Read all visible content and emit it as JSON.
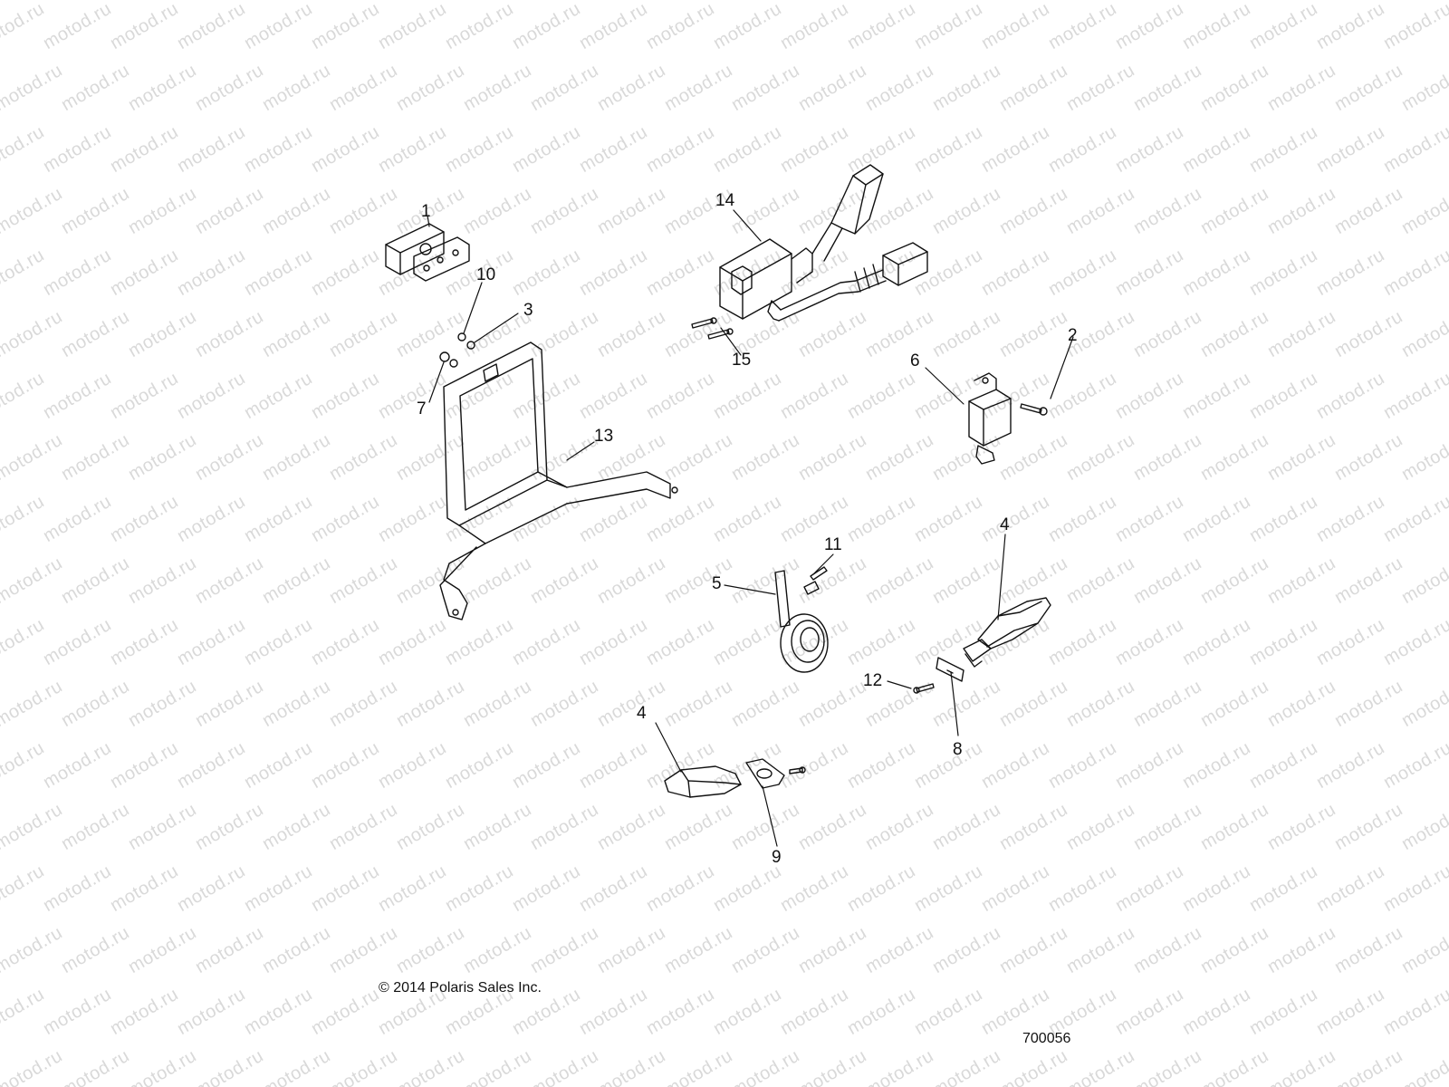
{
  "watermark": "motod.ru",
  "callouts": [
    {
      "id": "c1",
      "label": "1"
    },
    {
      "id": "c10",
      "label": "10"
    },
    {
      "id": "c3",
      "label": "3"
    },
    {
      "id": "c7",
      "label": "7"
    },
    {
      "id": "c13",
      "label": "13"
    },
    {
      "id": "c14",
      "label": "14"
    },
    {
      "id": "c15",
      "label": "15"
    },
    {
      "id": "c2",
      "label": "2"
    },
    {
      "id": "c6",
      "label": "6"
    },
    {
      "id": "c11",
      "label": "11"
    },
    {
      "id": "c5",
      "label": "5"
    },
    {
      "id": "c4a",
      "label": "4"
    },
    {
      "id": "c12",
      "label": "12"
    },
    {
      "id": "c8",
      "label": "8"
    },
    {
      "id": "c4b",
      "label": "4"
    },
    {
      "id": "c9",
      "label": "9"
    }
  ],
  "copyright": "© 2014 Polaris Sales Inc.",
  "diagram_number": "700056",
  "colors": {
    "line": "#111111",
    "watermark": "#d9d9d9",
    "background": "#ffffff"
  }
}
